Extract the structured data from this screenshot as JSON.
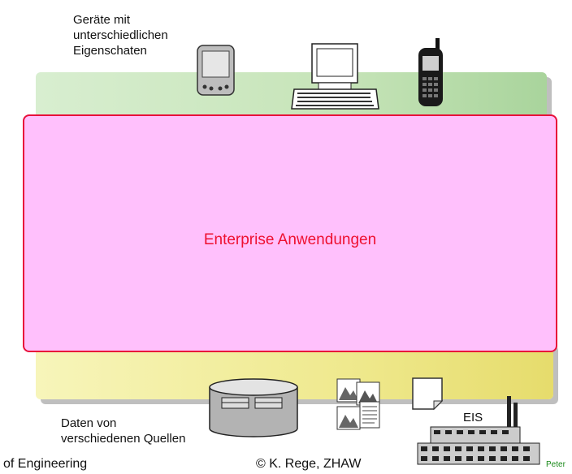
{
  "devices": {
    "label": "Geräte mit\nunterschiedlichen\nEigenschaten"
  },
  "enterprise": {
    "label": "Enterprise Anwendungen"
  },
  "data_sources": {
    "label": "Daten von\nverschiedenen Quellen",
    "eis_label": "EIS"
  },
  "footer": {
    "left": "of Engineering",
    "center": "© K. Rege,  ZHAW",
    "right": "Peter"
  },
  "colors": {
    "enterprise_fill": "#ffc0fc",
    "enterprise_border": "#e8103a",
    "enterprise_text": "#ee1030",
    "devices_band": "#c6e4b8",
    "data_band": "#efe98e",
    "footer_right": "#1a8a1a"
  },
  "icons": [
    "pda-icon",
    "desktop-computer-icon",
    "mobile-phone-icon",
    "database-icon",
    "image-documents-icon",
    "document-icon",
    "factory-icon"
  ]
}
